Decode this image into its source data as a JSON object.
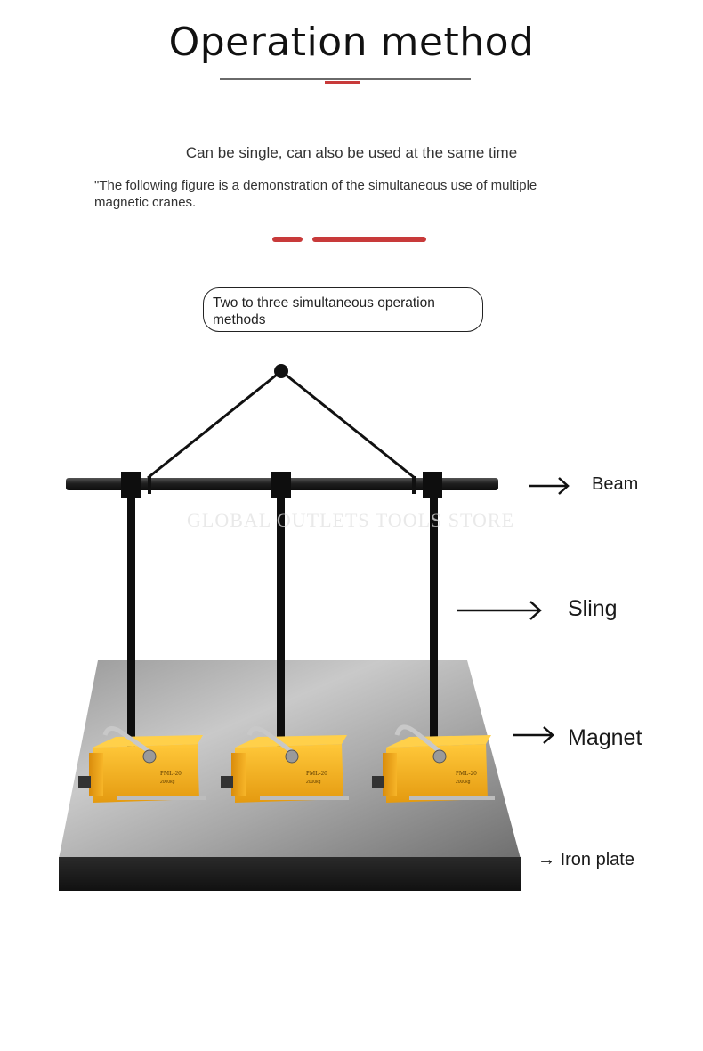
{
  "header": {
    "title": "Operation method",
    "subtitle": "Can be single, can also be used at the same time",
    "description": "\"The following figure is a demonstration of the simultaneous use of multiple magnetic cranes."
  },
  "callout": {
    "text": "Two to three simultaneous operation methods"
  },
  "diagram": {
    "labels": {
      "beam": "Beam",
      "sling": "Sling",
      "magnet": "Magnet",
      "iron_plate": "Iron plate"
    },
    "magnet_plate_text": [
      "PML-20",
      "PML-20",
      "PML-20"
    ],
    "magnet_capacity_text": [
      "2000kg",
      "2000kg",
      "2000kg"
    ],
    "watermark": "GLOBAL OUTLETS TOOLS STORE",
    "colors": {
      "accent_red": "#c83a3a",
      "magnet_yellow": "#f2b21b",
      "beam_black": "#1b1b1b",
      "plate_steel": "#8c8c8c"
    }
  }
}
